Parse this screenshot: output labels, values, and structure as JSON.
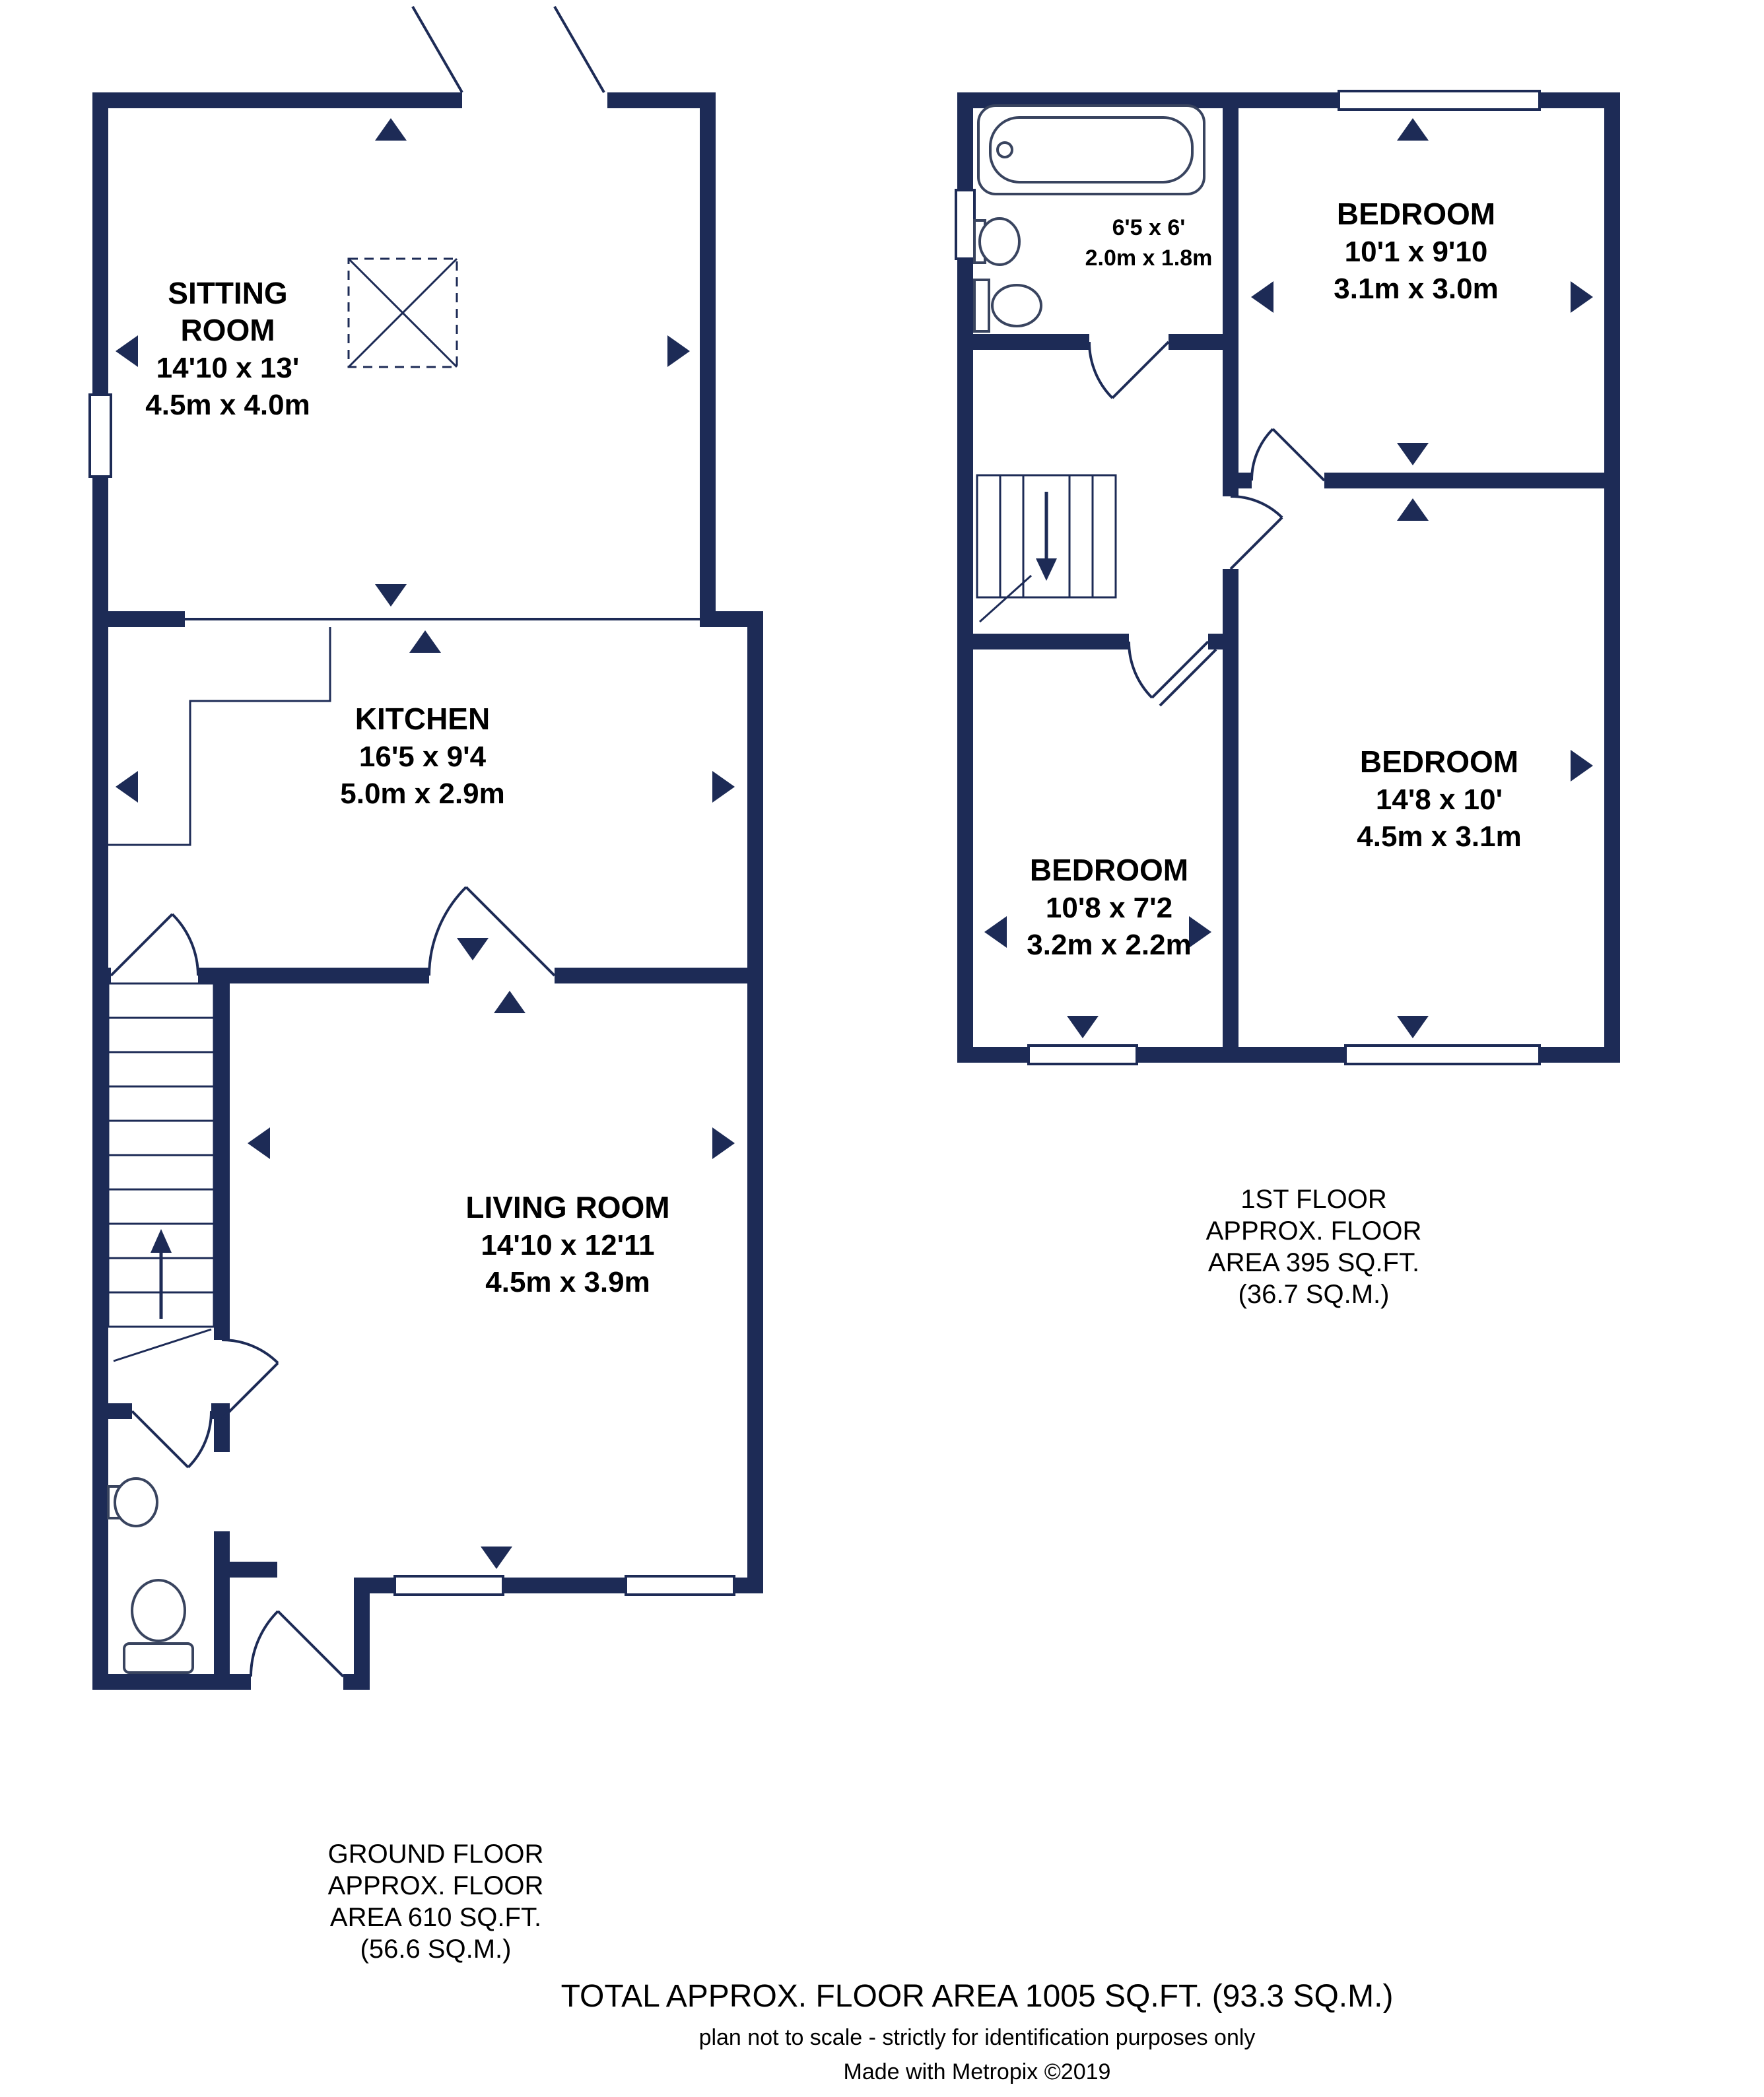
{
  "colors": {
    "wall": "#1d2b56",
    "text": "#000000",
    "background": "#ffffff"
  },
  "icons": [
    "bath-icon",
    "sink-icon",
    "toilet-icon",
    "stairs",
    "up-arrow",
    "down-arrow",
    "ceiling-light-icon",
    "door-arc",
    "window",
    "direction-triangle"
  ],
  "ground_floor": {
    "sitting_room": {
      "name_line1": "SITTING",
      "name_line2": "ROOM",
      "dims_imperial": "14'10 x 13'",
      "dims_metric": "4.5m x 4.0m"
    },
    "kitchen": {
      "name": "KITCHEN",
      "dims_imperial": "16'5 x 9'4",
      "dims_metric": "5.0m x 2.9m"
    },
    "living_room": {
      "name": "LIVING ROOM",
      "dims_imperial": "14'10 x 12'11",
      "dims_metric": "4.5m x 3.9m"
    },
    "caption_line1": "GROUND FLOOR",
    "caption_line2": "APPROX. FLOOR",
    "caption_line3": "AREA 610 SQ.FT.",
    "caption_line4": "(56.6 SQ.M.)"
  },
  "first_floor": {
    "bathroom": {
      "dims_imperial": "6'5 x 6'",
      "dims_metric": "2.0m x 1.8m"
    },
    "bedroom_1": {
      "name": "BEDROOM",
      "dims_imperial": "10'1 x 9'10",
      "dims_metric": "3.1m x 3.0m"
    },
    "bedroom_2": {
      "name": "BEDROOM",
      "dims_imperial": "14'8 x 10'",
      "dims_metric": "4.5m x 3.1m"
    },
    "bedroom_3": {
      "name": "BEDROOM",
      "dims_imperial": "10'8 x 7'2",
      "dims_metric": "3.2m x 2.2m"
    },
    "caption_line1": "1ST FLOOR",
    "caption_line2": "APPROX. FLOOR",
    "caption_line3": "AREA 395 SQ.FT.",
    "caption_line4": "(36.7 SQ.M.)"
  },
  "footer": {
    "total": "TOTAL APPROX. FLOOR AREA 1005 SQ.FT. (93.3 SQ.M.)",
    "disclaimer": "plan not to scale - strictly for identification purposes only",
    "credit": "Made with Metropix ©2019"
  }
}
